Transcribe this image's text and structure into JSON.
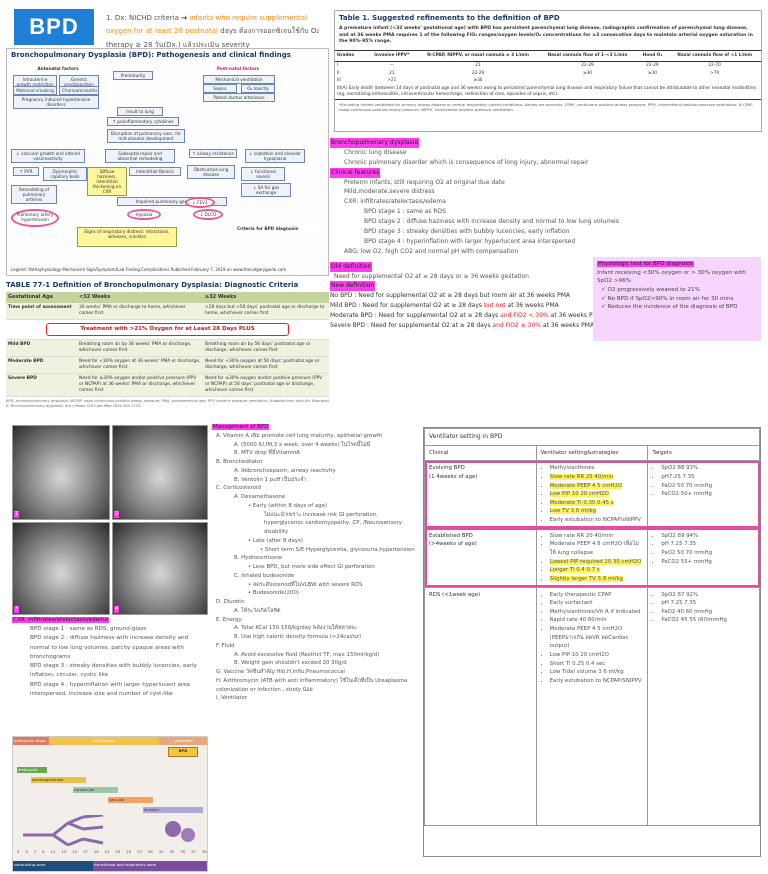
{
  "header": {
    "title": "BPD",
    "nichd_prefix": "1. Dx: NICHD criteria",
    "nichd_arrow": "→",
    "nichd_highlight": "infants who require supplemental oxygen for at least 28 postnatal",
    "nichd_rest": "days ต้องการออกซิเจนใช้กับ O₂ therapy ≥ 28 วัน(Dx.) แล้วประเมิน severity"
  },
  "pathogenesis": {
    "title": "Bronchopulmonary Dysplasia (BPD): Pathogenesis and clinical findings",
    "antenatal": "Antenatal factors",
    "postnatal": "Post-natal factors",
    "boxes": [
      "Intrauterine growth restriction",
      "Genetic predisposition",
      "Maternal smoking",
      "Chorioamnionitis",
      "Pregnancy induced hypertensive disorders",
      "Prematurity",
      "Mechanical ventilation",
      "Sepsis",
      "O₂ toxicity",
      "Patent ductus arteriosus",
      "Insult to lung",
      "↑ proinflammatory cytokines",
      "Disruption of pulmonary vasc. for mid-alveolar development",
      "↓ vascular growth and altered vasoreactivity",
      "Subseptal repair and abnormal remodeling",
      "↑ airway resistance",
      "↓ septation and alveolar hypoplasia",
      "↑ PVR",
      "Dysmorphic capillary beds",
      "Diffuse haziness, interstitial thickening on CXR",
      "Interstitial fibrosis",
      "Obstructive lung disease",
      "↓ functional alveoli",
      "↓ SA for gas exchange",
      "Remodeling of pulmonary arteries",
      "Hypoxia",
      "Pulmonary artery hypertension",
      "Impaired pulmonary gas exchange",
      "Signs of respiratory distress: retractions, wheezes, crackles",
      "↓ FEV1",
      "↓ DLCO"
    ],
    "criteria_title": "Criteria for BPD diagnosis",
    "legend": "Legend: Pathophysiology  Mechanism  Sign/Symptom/Lab Finding  Complications  Published February 7, 2019 on www.thecalgaryguide.com"
  },
  "table77": {
    "caption": "TABLE 77-1   Definition of Bronchopulmonary Dysplasia: Diagnostic Criteria",
    "headers": [
      "Gestational Age",
      "<32 Weeks",
      "≥32 Weeks"
    ],
    "time_row": [
      "Time point of assessment",
      "36 weeks' PMA or discharge to home, whichever comes first",
      "<28 days but <56 days' postnatal age or discharge to home, whichever comes first"
    ],
    "plus_banner": "Treatment with >21% Oxygen for at Least 28 Days PLUS",
    "rows": [
      [
        "Mild BPD",
        "Breathing room air by 36 weeks' PMA or discharge, whichever comes first",
        "Breathing room air by 56 days' postnatal age or discharge, whichever comes first"
      ],
      [
        "Moderate BPD",
        "Need for <30% oxygen at 36 weeks' PMA or discharge, whichever comes first",
        "Need for <30% oxygen at 56 days' postnatal age or discharge, whichever comes first"
      ],
      [
        "Severe BPD",
        "Need for ≥30% oxygen and/or positive pressure (PPV or NCPAP) at 36 weeks' PMA or discharge, whichever comes first",
        "Need for ≥30% oxygen and/or positive pressure (PPV or NCPAP) at 56 days' postnatal age or discharge, whichever comes first"
      ]
    ],
    "footnote": "BPD, bronchopulmonary dysplasia; NCPAP, nasal continuous positive airway pressure; PMA, postmenstrual age; PPV, positive pressure ventilation. Adapted from Jobe AH, Bancalari E. Bronchopulmonary dysplasia. Am J Respir Crit Care Med 2001;163:1723."
  },
  "table1": {
    "caption": "Table 1.  Suggested refinements to the definition of BPD",
    "definition": "A premature infant (<32 weeks' gestational age) with BPD has persistent parenchymal lung disease, radiographic confirmation of parenchymal lung disease, and at 36 weeks PMA requires 1 of the following FiO₂ ranges/oxygen levels/O₂ concentrations for ≥3 consecutive days to maintain arterial oxygen saturation in the 90%-95% range.",
    "headers": [
      "Grades",
      "Invasive IPPV*",
      "N-CPAP, NIPPV, or nasal cannula ≥ 3 L/min",
      "Nasal cannula flow of 1–<3 L/min",
      "Hood O₂",
      "Nasal cannula flow of <1 L/min"
    ],
    "rows": [
      [
        "I",
        "—",
        "21",
        "22-29",
        "22-29",
        "22-70"
      ],
      [
        "II",
        "21",
        "22-29",
        "≥30",
        "≥30",
        ">70"
      ],
      [
        "III",
        ">21",
        "≥30",
        "",
        "",
        ""
      ]
    ],
    "iii_a": "III(A)   Early death (between 14 days of postnatal age and 36 weeks) owing to persistent parenchymal lung disease and respiratory failure that cannot be attributable to other neonatal morbidities (eg, necrotizing enterocolitis, intraventricular hemorrhage, redirection of care, episodes of sepsis, etc).",
    "footnote": "*Excluding infants ventilated for primary airway disease or central respiratory control conditions. Values are percents. CPAP, continuous positive airway pressure; IPPV, intermittent positive pressure ventilation; N-CPAP, nasal continuous positive airway pressure; NIPPV, noninvasive positive pressure ventilation."
  },
  "definitions": {
    "bpd_heading": "Bronchopulmonary dysplasia",
    "bpd_lines": [
      "Chronic lung disease",
      "Chronic pulmonary disorder which is consequence of long injury, abnormal repair"
    ],
    "clinical_heading": "Clinical features",
    "clinical_lines": [
      "Preterm infants, still requiring O2 at original due date",
      "Mild,moderate,severe distress"
    ],
    "cxr_label": "CXR: infiltrates/atelectasis/edema",
    "stages": [
      "BPD stage 1 : same as RDS",
      "BPD stage 2 : diffuse haziness with increase density and normal to low lung volumes",
      "BPD stage 3 : streaky densities with bubbly lucencies, early inflation",
      "BPD stage 4 : hyperinflation with larger hyperlucent area interspersed"
    ],
    "abg": "ABG: low O2, high CO2 and normal pH with compensation",
    "old_heading": "Old definition",
    "old_line": "Need for supplemental O2 at ≥ 28 days or ≥ 36 weeks gestation",
    "new_heading": "New definition",
    "no_bpd": "No BPD : Need for supplemental O2 at ≥ 28 days but room air at 36 weeks PMA",
    "mild_a": "Mild BPD : Need for supplemental O2 at ≥ 28 days ",
    "mild_b": "but not",
    "mild_c": " at 36 weeks PMA",
    "mod_a": "Moderate BPD : Need for supplemental O2 at ≥ 28 days ",
    "mod_b": "and FiO2 < 30%",
    "mod_c": " at 36 weeks PMA",
    "sev_a": "Severe BPD : Need for supplemental O2 at ≥ 28 days ",
    "sev_b": "and FiO2 ≥ 30%",
    "sev_c": " at 36 weeks PMA and/or positive pressure at 36 weeks PMA"
  },
  "physio": {
    "heading": "Physiologic test for BPD diagnosis",
    "lines": [
      "Infant receiving <30% oxygen or > 30% oxygen with SpO2 >96%"
    ],
    "checks": [
      "O2 progressively weaned to 21%",
      "No BPD if SpO2>90% in room air for 30 mins",
      "Reduces the incidence of the diagnosis of BPD"
    ]
  },
  "xray": {
    "heading": "CXR: infiltrates/atelectasis/edema",
    "labels": [
      "1",
      "2",
      "3",
      "4"
    ],
    "lines": [
      "BPD stage 1 : same as RDS, ground-glass",
      "BPD stage 2 : diffuse haziness with increase density and normal to low lung volumes, patchy opaque areas with bronchograms",
      "BPD stage 3 : streaky densities with bubbly lucencies, early inflation, circular, cystic like",
      "BPD stage 4 : hyperinflation with larger hyperlucent area interspersed, increase size and number of cyst-like"
    ]
  },
  "lungdev": {
    "stages": [
      "embryonic",
      "pseudoglandular",
      "canalicular",
      "saccular",
      "alveolar"
    ],
    "weeks": [
      "3",
      "5",
      "7",
      "9",
      "11",
      "13",
      "15",
      "17",
      "19",
      "21",
      "23",
      "25",
      "27",
      "29",
      "31",
      "33",
      "35",
      "37",
      "39"
    ],
    "top_left": "embryonic stage",
    "top_mid": "fetal period",
    "top_right": "postnatal",
    "bpd_label": "BPD",
    "bottom_left": "conducting zone",
    "bottom_right": "transitional and respiratory zone"
  },
  "management": {
    "heading": "Management of BPD",
    "items": [
      {
        "t": "A.  Vitamin A เพิ่ม promote cell lung maturity, epithelial growth",
        "sub": [
          "A.  (5000 IU,IM,3 x week, over 4 weeks) ในโรคนี้ไม่มี",
          "B.  MTV drop ที่มีVitaminA"
        ]
      },
      {
        "t": "B.  Bronchodilator",
        "sub": [
          "A.  ลดbronchospasm, airway reactivity",
          "B.  Ventolin 1 puff เป็นประจำ"
        ]
      },
      {
        "t": "C.  Corticosteroid",
        "sub": [
          "A.  Dexamethasone",
          "•  Early (within 8 days of age)",
          "ไม่แนะนำเพราะ increase risk GI perforation, hyperglycemic cardiomyopathy, CP, /Neurosensory disability",
          "•  Late (after 8 days)",
          "•  Short term S/E Hyperglycemia, glycosuria,hypertension",
          "B.  Hydrocortisone",
          "•  Less BPD, but more side effect GI perforation",
          "C.  Inhaled budesonide",
          "•  ลดระดับsteriodที่ในVLBW with severe RDS",
          "•  Budesonide(200)"
        ]
      },
      {
        "t": "D.  Diuretic",
        "sub": [
          "A.  ให้ระวังเกิดโลหิต"
        ]
      },
      {
        "t": "E.  Energy",
        "sub": [
          "A.  Total KCal 130 150/kg/day พลังงานให้หลายจะ",
          "B.  Use high caloric density formula (>24cal/oz)"
        ]
      },
      {
        "t": "F.  Fluid",
        "sub": [
          "A.  Avoid excessive fluid (Restrict TF, max 150ml/kg/d)",
          "B.  Weight gain shouldn't exceed 20 30g/d"
        ]
      },
      {
        "t": "G.  Vaccine วัคซีนสำคัญ Hib,H.influ,Pneumococcal",
        "sub": []
      },
      {
        "t": "H.  Azithromycin (ATB with anti inflammatory) ใช้ในเด็กที่เป็น Ureaplasma colonization or infection , study น้อย",
        "sub": []
      },
      {
        "t": "I.  Ventilator",
        "sub": []
      }
    ]
  },
  "ventilator": {
    "title": "Ventilator setting in BPD",
    "headers": [
      "Clinical",
      "Ventilator setting&strategies",
      "Targets"
    ],
    "rows": [
      {
        "clinical": [
          "Evolving BPD",
          "(1 4weeks of age)"
        ],
        "settings": [
          [
            "Methylxanthines",
            false
          ],
          [
            "Slow rate RR 25 40/min",
            true
          ],
          [
            "Moderate PEEP 4 5 cmH2O",
            true
          ],
          [
            "Low PIP 10 20 cmH2O",
            true
          ],
          [
            "Moderate Ti 0.35 0.45 s",
            true
          ],
          [
            "Low TV 3 6 ml/kg",
            true
          ],
          [
            "Early extubation to NCPAP/sNIPPV",
            false
          ]
        ],
        "targets": [
          "SpO2 88 93%",
          "pH7.25 7.35",
          "PaO2 50 70 mmHg",
          "PaCO2 50+ mmHg"
        ]
      },
      {
        "clinical": [
          "Established BPD",
          "(>4weeks of age)"
        ],
        "settings": [
          [
            "Slow rate RR 20 40/min",
            false
          ],
          [
            "Moderate PEEP 4 8 cmH2O เพื่อไม่ให้ lung collapse",
            false
          ],
          [
            "Lowest PIP required 20 30 cmH2O",
            true
          ],
          [
            "Longer Ti 0.4 0.7 s",
            true
          ],
          [
            "Slightly larger TV 5 8 ml/kg",
            true
          ]
        ],
        "targets": [
          "SpO2 89 94%",
          "pH 7.25 7.35",
          "PaO2 50 70 mmHg",
          "PaCO2 55+ mmHg"
        ]
      },
      {
        "clinical": [
          "RDS (<1week age)"
        ],
        "settings": [
          [
            "Early therapeutic CPAP",
            false
          ],
          [
            "Early surfactant",
            false
          ],
          [
            "Methylxanthines/Vit A if indicated",
            false
          ],
          [
            "Rapid rate 40 60/min",
            false
          ],
          [
            "Moderate PEEP 4 5 cmH2O (PEEPมากเกิน ลดVR ลดCardiac output)",
            false
          ],
          [
            "Low PIP 10 20 cmH2O",
            false
          ],
          [
            "Short Ti 0.25 0.4 sec",
            false
          ],
          [
            "Low Tidal volume 3 6 ml/kg",
            false
          ],
          [
            "Early extubation to NCPAP/SNIPPV",
            false
          ]
        ],
        "targets": [
          "SpO2 87 92%",
          "pH 7.25 7.35",
          "PaO2 40 60 mmHg",
          "PaCO2 45 55 (60)mmHg"
        ]
      }
    ]
  }
}
